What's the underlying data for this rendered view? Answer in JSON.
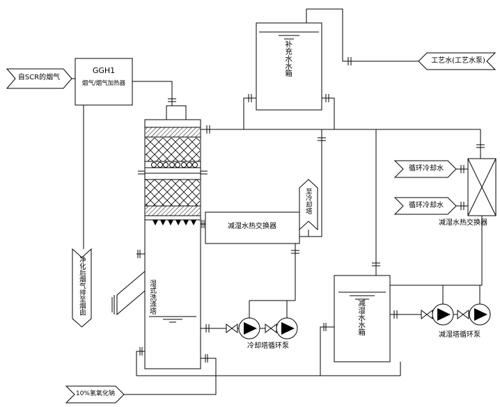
{
  "colors": {
    "line": "#000000",
    "background": "#ffffff"
  },
  "banners": {
    "scr_flue_gas": "自SCR的烟气",
    "stack_outlet": "净化后烟气排至烟囱",
    "process_water": "工艺水(工艺水泵)",
    "cooling_water_supply": "循环冷却水",
    "cooling_water_return": "循环冷却水",
    "to_cooling_tower": "至冷却塔",
    "naoh_feed": "10%氢氧化钠"
  },
  "equipment": {
    "ggh_title": "GGH1",
    "ggh_subtitle": "烟气/烟气加热器",
    "scrubber_tower": "湿式洗涤塔",
    "makeup_water_tank": "补充水水箱",
    "dehumid_water_tank": "减湿水水箱",
    "hx_center": "减湿水热交换器",
    "hx_right": "减湿水热交换器",
    "cooling_tower_pumps": "冷却塔循环泵",
    "dehumid_tower_pumps": "减湿塔循环泵"
  }
}
